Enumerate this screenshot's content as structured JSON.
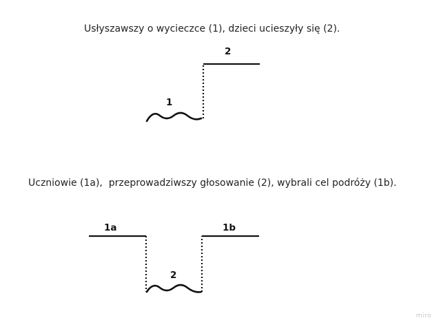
{
  "diagram1": {
    "sentence": "Usłyszawszy o wycieczce (1), dzieci ucieszyły się (2).",
    "labels": {
      "wave": "1",
      "line": "2"
    }
  },
  "diagram2": {
    "sentence": "Uczniowie (1a),  przeprowadziwszy głosowanie (2), wybrali cel podróży (1b).",
    "labels": {
      "left_line": "1a",
      "wave": "2",
      "right_line": "1b"
    }
  },
  "watermark": "miro",
  "colors": {
    "stroke": "#111111",
    "text": "#222222",
    "watermark": "#c8c8c8"
  }
}
